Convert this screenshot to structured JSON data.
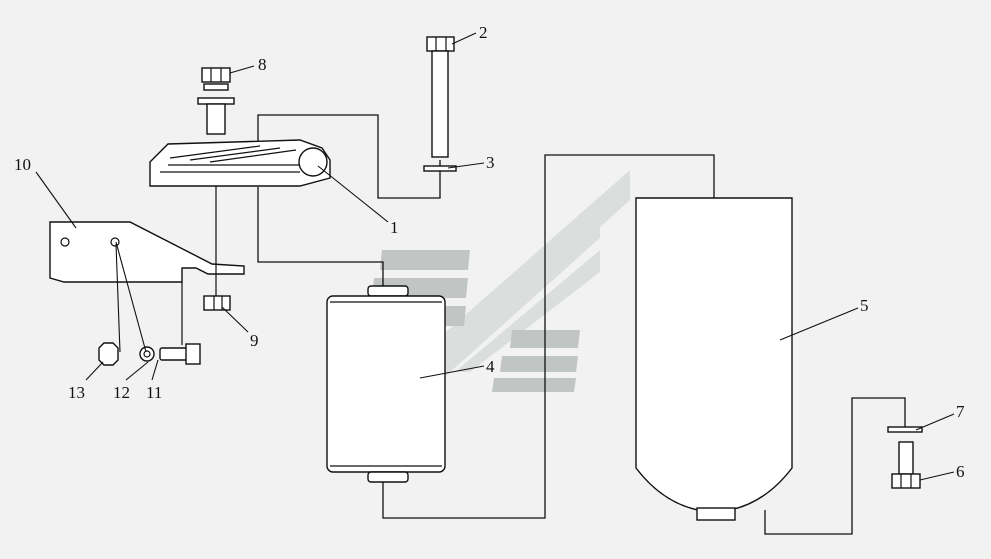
{
  "diagram": {
    "callouts": [
      {
        "id": "c1",
        "text": "1"
      },
      {
        "id": "c2",
        "text": "2"
      },
      {
        "id": "c3",
        "text": "3"
      },
      {
        "id": "c4",
        "text": "4"
      },
      {
        "id": "c5",
        "text": "5"
      },
      {
        "id": "c6",
        "text": "6"
      },
      {
        "id": "c7",
        "text": "7"
      },
      {
        "id": "c8",
        "text": "8"
      },
      {
        "id": "c9",
        "text": "9"
      },
      {
        "id": "c10",
        "text": "10"
      },
      {
        "id": "c11",
        "text": "11"
      },
      {
        "id": "c12",
        "text": "12"
      },
      {
        "id": "c13",
        "text": "13"
      }
    ],
    "colors": {
      "background": "#f2f2f2",
      "line": "#111111",
      "watermark_light": "#d6dbd9",
      "watermark_dark": "#b9bfbd"
    }
  }
}
